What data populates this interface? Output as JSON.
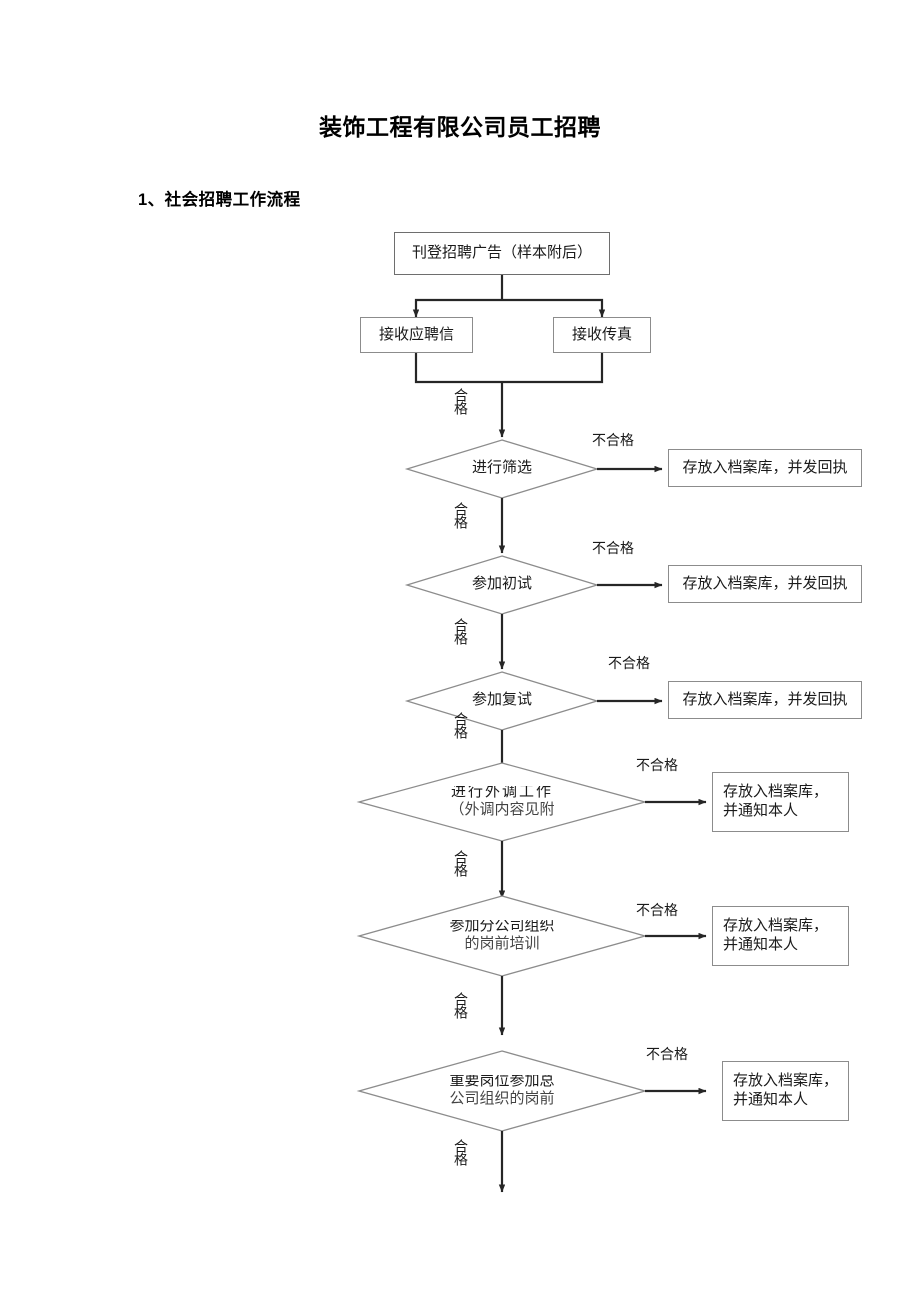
{
  "document": {
    "title": "装饰工程有限公司员工招聘",
    "section_heading": "1、社会招聘工作流程"
  },
  "flowchart": {
    "type": "flowchart",
    "orientation": "top-to-bottom",
    "pass_label": "合格",
    "fail_label": "不合格",
    "nodes": {
      "publish_ad": "刊登招聘广告（样本附后）",
      "receive_letter": "接收应聘信",
      "receive_fax": "接收传真",
      "screening": "进行筛选",
      "first_interview": "参加初试",
      "second_interview": "参加复试",
      "background_check_l1": "进行外调工作",
      "background_check_l2": "（外调内容见附",
      "branch_training_l1": "参加分公司组织",
      "branch_training_l2": "的岗前培训",
      "hq_training_l1": "重要岗位参加总",
      "hq_training_l2": "公司组织的岗前",
      "archive_receipt_1": "存放入档案库，并发回执",
      "archive_receipt_2": "存放入档案库，并发回执",
      "archive_receipt_3": "存放入档案库，并发回执",
      "archive_notify_1_l1": "存放入档案库，",
      "archive_notify_1_l2": "并通知本人",
      "archive_notify_2_l1": "存放入档案库，",
      "archive_notify_2_l2": "并通知本人",
      "archive_notify_3_l1": "存放入档案库，",
      "archive_notify_3_l2": "并通知本人"
    },
    "edge_labels": {
      "pass_1": "合格",
      "pass_2": "合格",
      "pass_3": "合格",
      "pass_4": "合格",
      "pass_5": "合格",
      "pass_6": "合格",
      "pass_7": "合格",
      "fail_1": "不合格",
      "fail_2": "不合格",
      "fail_3": "不合格",
      "fail_4": "不合格",
      "fail_5": "不合格",
      "fail_6": "不合格"
    },
    "colors": {
      "stroke": "#8c8c8c",
      "arrow": "#262626",
      "text": "#1a1a1a",
      "background": "#ffffff"
    }
  }
}
